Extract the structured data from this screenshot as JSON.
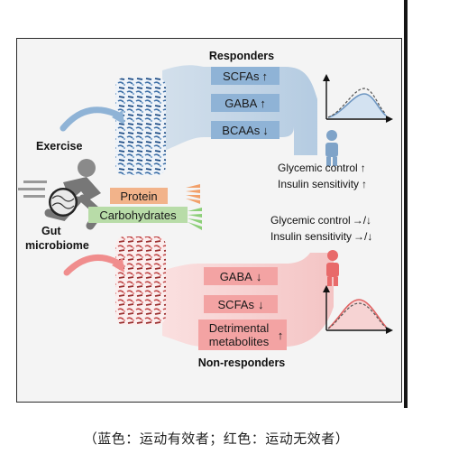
{
  "title_top": "Responders",
  "title_bottom": "Non-responders",
  "exercise_label": "Exercise",
  "gut_label_line1": "Gut",
  "gut_label_line2": "microbiome",
  "diet": {
    "protein": "Protein",
    "carbohydrates": "Carbohydrates"
  },
  "responders": {
    "metabolites": [
      {
        "name": "SCFAs",
        "arrow": "↑"
      },
      {
        "name": "GABA",
        "arrow": "↑"
      },
      {
        "name": "BCAAs",
        "arrow": "↓"
      }
    ],
    "outcomes": [
      {
        "label": "Glycemic control",
        "arrow": "↑"
      },
      {
        "label": "Insulin sensitivity",
        "arrow": "↑"
      }
    ]
  },
  "nonresponders": {
    "metabolites": [
      {
        "name": "GABA",
        "arrow": "↓"
      },
      {
        "name": "SCFAs",
        "arrow": "↓"
      },
      {
        "name_line1": "Detrimental",
        "name_line2": "metabolites",
        "arrow": "↑"
      }
    ],
    "outcomes": [
      {
        "label": "Glycemic control",
        "arrow": "→/↓"
      },
      {
        "label": "Insulin sensitivity",
        "arrow": "→/↓"
      }
    ]
  },
  "colors": {
    "blue_flow": "#b5cde3",
    "blue_box": "#8fb3d6",
    "blue_person": "#7fa3c8",
    "red_flow": "#f6c9c9",
    "red_box": "#f3a3a3",
    "red_person": "#e86a6a",
    "protein": "#f2b38a",
    "carbs": "#b8dca8"
  },
  "caption": "（蓝色：运动有效者；红色：运动无效者）"
}
